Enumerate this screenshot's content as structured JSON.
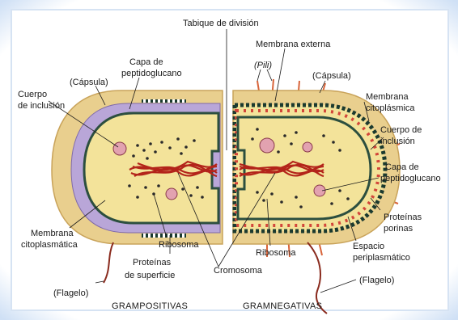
{
  "colors": {
    "frame": "#dfe8f4",
    "capsule": "#e9cf8e",
    "capsule_edge": "#c9a35a",
    "periplasm_gram_positive": "#b9a6d8",
    "cytoplasm": "#f3e39a",
    "cytoplasm_edge": "#2c4f3f",
    "chromosome": "#b3241a",
    "flagellum": "#8a2b1e",
    "pili": "#d8643a"
  },
  "labels": {
    "tabique": "Tabique de división",
    "membrana_externa": "Membrana externa",
    "pili": "(Pili)",
    "capsula_left": "(Cápsula)",
    "capsula_right": "(Cápsula)",
    "capa_peptido_left_1": "Capa de",
    "capa_peptido_left_2": "peptidoglucano",
    "cuerpo_inclusion_left_1": "Cuerpo",
    "cuerpo_inclusion_left_2": "de inclusión",
    "membrana_cito_right_1": "Membrana",
    "membrana_cito_right_2": "citoplásmica",
    "cuerpo_inclusion_right_1": "Cuerpo de",
    "cuerpo_inclusion_right_2": "inclusión",
    "capa_peptido_right_1": "Capa de",
    "capa_peptido_right_2": "peptidoglucano",
    "proteinas_porinas_1": "Proteínas",
    "proteinas_porinas_2": "porinas",
    "espacio_peri_1": "Espacio",
    "espacio_peri_2": "periplasmático",
    "membrana_cito_left_1": "Membrana",
    "membrana_cito_left_2": "citoplasmática",
    "ribosoma_left": "Ribosoma",
    "ribosoma_right": "Ribosoma",
    "proteinas_superficie_1": "Proteínas",
    "proteinas_superficie_2": "de superficie",
    "cromosoma": "Cromosoma",
    "flagelo_left": "(Flagelo)",
    "flagelo_right": "(Flagelo)",
    "title_left": "GRAMPOSITIVAS",
    "title_right": "GRAMNEGATIVAS"
  }
}
